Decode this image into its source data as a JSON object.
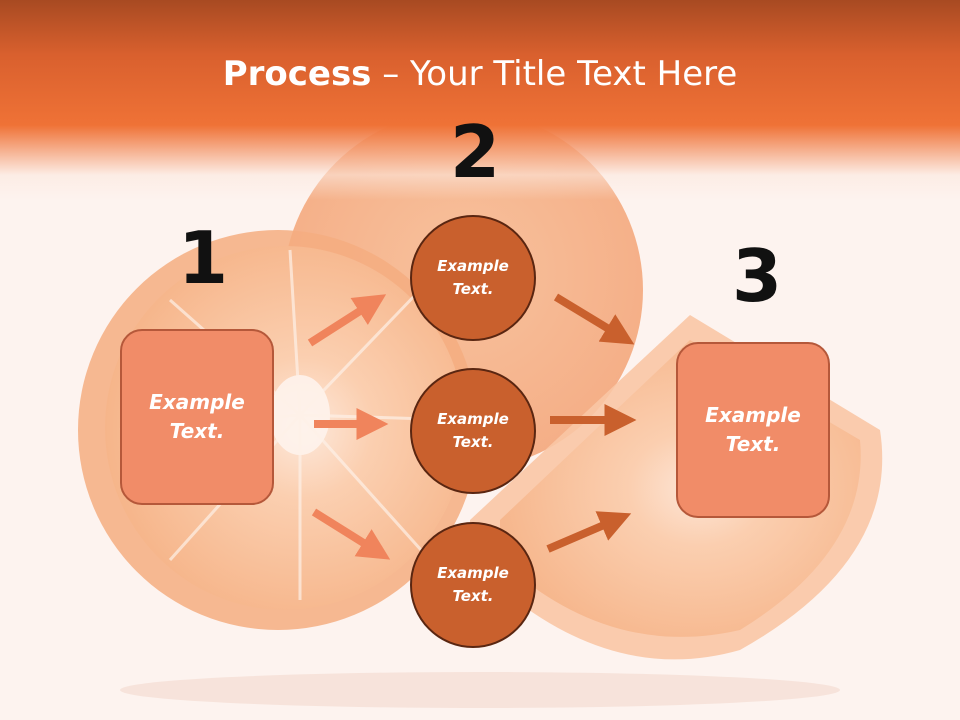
{
  "title": {
    "bold": "Process",
    "rest": " – Your Title Text Here"
  },
  "steps": [
    {
      "number": "1",
      "box_text": "Example\nText."
    },
    {
      "number": "2",
      "circles": [
        "Example\nText.",
        "Example\nText.",
        "Example\nText."
      ]
    },
    {
      "number": "3",
      "box_text": "Example\nText."
    }
  ],
  "colors": {
    "header": "#ef7236",
    "box_fill": "#f18c68",
    "circle_fill": "#c9602d",
    "arrow_light": "#f0845c",
    "arrow_dark": "#c9602d"
  }
}
